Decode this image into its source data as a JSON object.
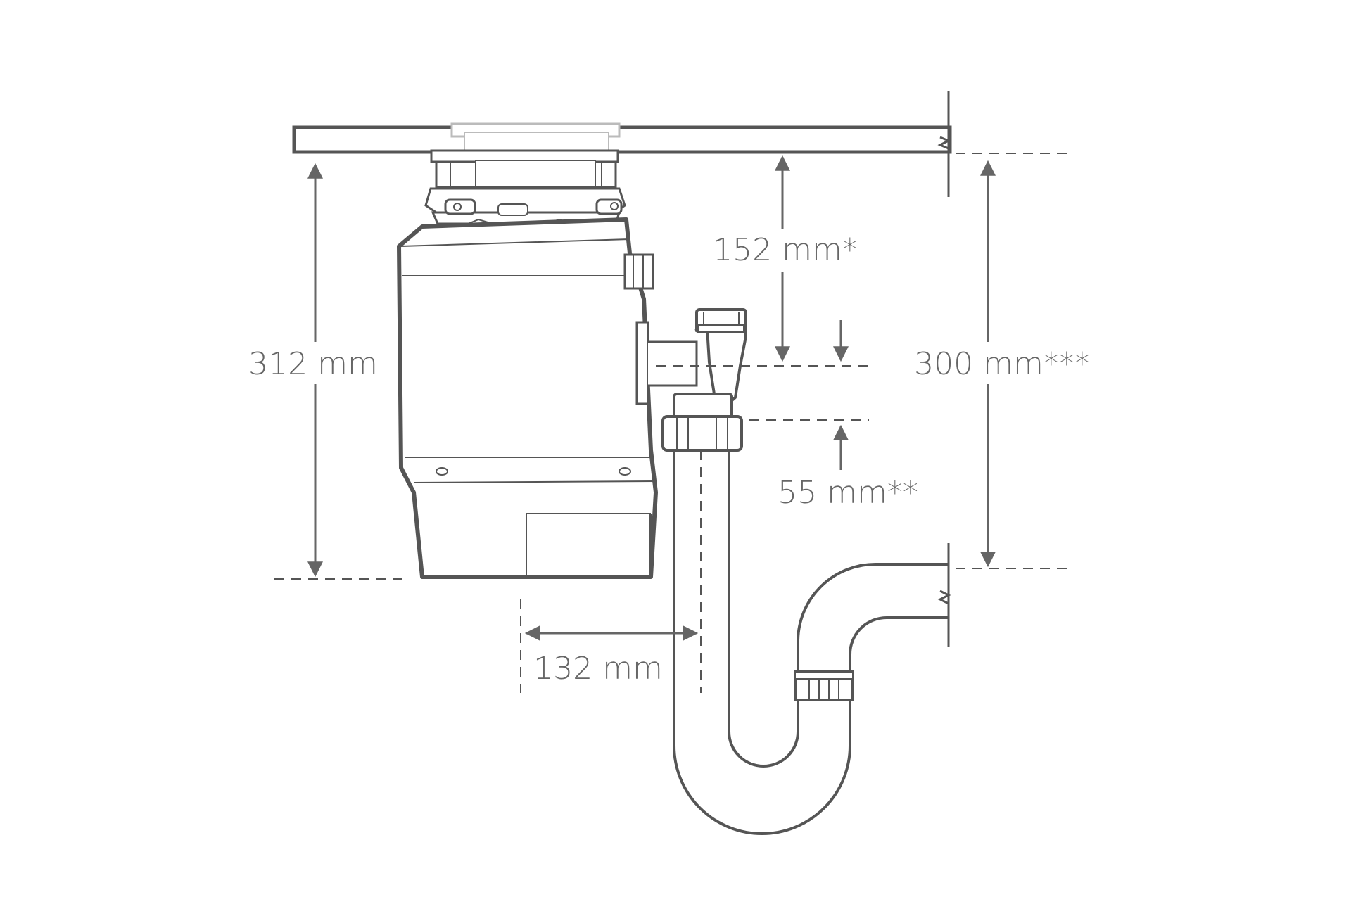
{
  "diagram": {
    "type": "installation-dimension-drawing",
    "colors": {
      "outline": "#555555",
      "dimension": "#666666",
      "faint": "#bbbbbb",
      "background": "#ffffff"
    },
    "dimensions": {
      "unit_height_label": "312 mm",
      "flange_to_inlet_label": "152 mm*",
      "inlet_drop_label": "55 mm**",
      "outlet_height_label": "300 mm***",
      "outlet_offset_label": "132 mm"
    }
  }
}
